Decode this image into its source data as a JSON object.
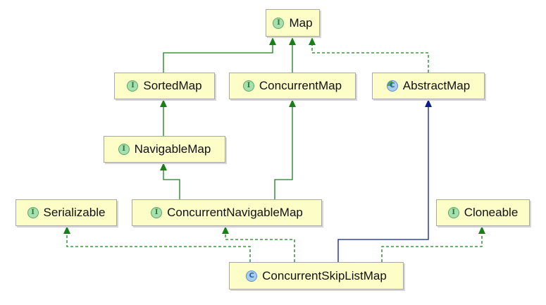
{
  "diagram": {
    "nodes": [
      {
        "id": "map",
        "label": "Map",
        "kind": "interface",
        "badge": "I"
      },
      {
        "id": "sorted",
        "label": "SortedMap",
        "kind": "interface",
        "badge": "I"
      },
      {
        "id": "concmap",
        "label": "ConcurrentMap",
        "kind": "interface",
        "badge": "I"
      },
      {
        "id": "abstract",
        "label": "AbstractMap",
        "kind": "abstract-class",
        "badge": "C"
      },
      {
        "id": "navigable",
        "label": "NavigableMap",
        "kind": "interface",
        "badge": "I"
      },
      {
        "id": "serializable",
        "label": "Serializable",
        "kind": "interface",
        "badge": "I"
      },
      {
        "id": "concnav",
        "label": "ConcurrentNavigableMap",
        "kind": "interface",
        "badge": "I"
      },
      {
        "id": "cloneable",
        "label": "Cloneable",
        "kind": "interface",
        "badge": "I"
      },
      {
        "id": "skiplist",
        "label": "ConcurrentSkipListMap",
        "kind": "class",
        "badge": "C"
      }
    ],
    "edges": [
      {
        "from": "sorted",
        "to": "map",
        "type": "extends-interface"
      },
      {
        "from": "concmap",
        "to": "map",
        "type": "extends-interface"
      },
      {
        "from": "abstract",
        "to": "map",
        "type": "implements"
      },
      {
        "from": "navigable",
        "to": "sorted",
        "type": "extends-interface"
      },
      {
        "from": "concnav",
        "to": "navigable",
        "type": "extends-interface"
      },
      {
        "from": "concnav",
        "to": "concmap",
        "type": "extends-interface"
      },
      {
        "from": "skiplist",
        "to": "serializable",
        "type": "implements"
      },
      {
        "from": "skiplist",
        "to": "concnav",
        "type": "implements"
      },
      {
        "from": "skiplist",
        "to": "abstract",
        "type": "extends-class"
      },
      {
        "from": "skiplist",
        "to": "cloneable",
        "type": "implements"
      }
    ],
    "colors": {
      "interface_edge": "#1a7f1a",
      "class_edge": "#0c1e8c",
      "node_fill": "#fdfdc8",
      "node_border": "#a8a8a8"
    }
  }
}
